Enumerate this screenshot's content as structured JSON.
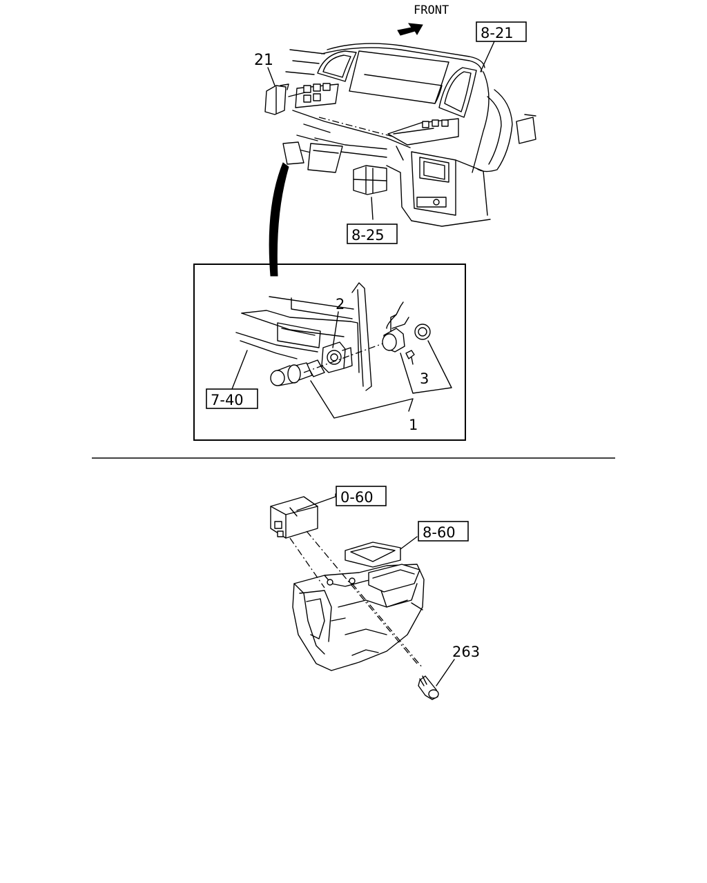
{
  "direction_label": "FRONT",
  "references": {
    "ref_top_dash": "8-21",
    "ref_center_switch": "8-25",
    "ref_detail_panel": "7-40",
    "ref_unit": "0-60",
    "ref_duct": "8-60"
  },
  "parts": {
    "part_21": "21",
    "part_2": "2",
    "part_3": "3",
    "part_1": "1",
    "part_263": "263"
  }
}
